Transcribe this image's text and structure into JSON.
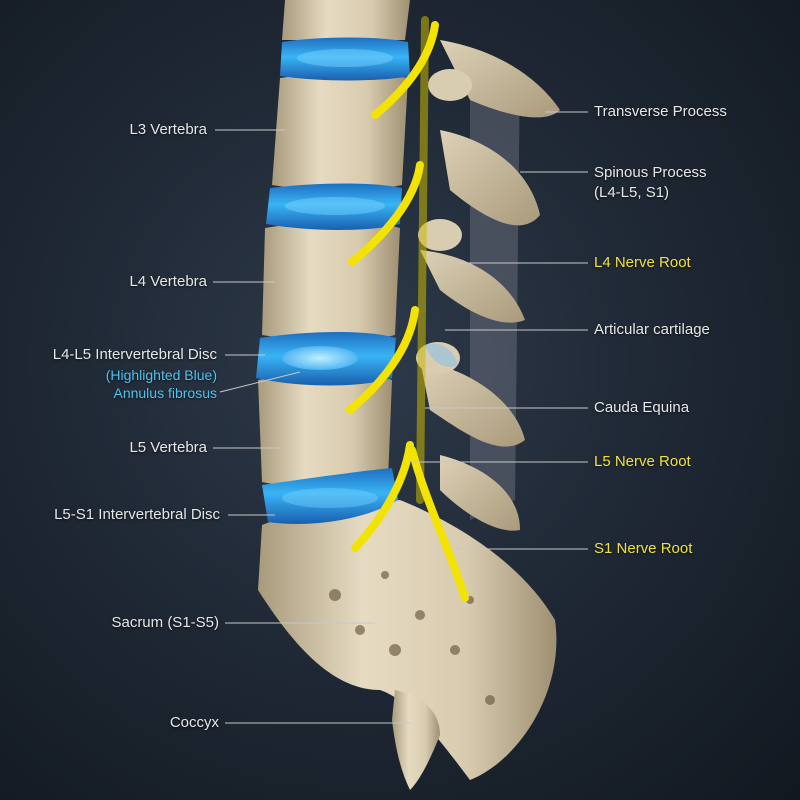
{
  "labels": {
    "l3_vertebra": "L3 Vertebra",
    "l4_vertebra": "L4 Vertebra",
    "l4_l5_disc": "L4-L5 Intervertebral Disc",
    "highlighted_blue": "(Highlighted Blue)",
    "annulus_fibrosus": "Annulus fibrosus",
    "l5_vertebra": "L5 Vertebra",
    "l5_s1_disc": "L5-S1 Intervertebral Disc",
    "sacrum": "Sacrum (S1-S5)",
    "coccyx": "Coccyx",
    "transverse_process": "Transverse Process",
    "spinous_process": "Spinous Process",
    "spinous_process_levels": "(L4-L5, S1)",
    "l4_nerve_root": "L4 Nerve Root",
    "articular_cartilage": "Articular cartilage",
    "cauda_equina": "Cauda Equina",
    "l5_nerve_root": "L5 Nerve Root",
    "s1_nerve_root": "S1 Nerve Root"
  },
  "colors": {
    "bone": "#e2d6bc",
    "bone_shadow": "#b8a888",
    "disc_blue": "#2f9fe8",
    "disc_highlight": "#7fd4ff",
    "nerve_yellow": "#f2e400",
    "label_text": "#e6e6e6",
    "nerve_label": "#f1e23a",
    "blue_label": "#4cc3ee",
    "leader_line": "#c8c8c8"
  }
}
